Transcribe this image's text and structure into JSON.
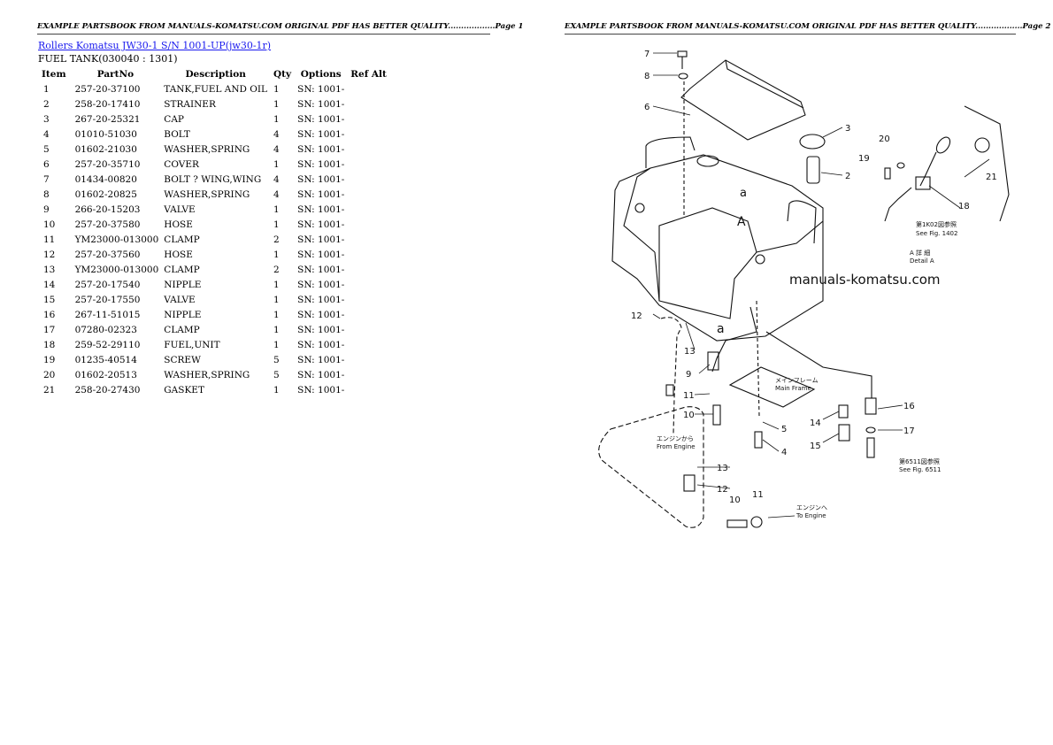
{
  "header": {
    "page1": "EXAMPLE PARTSBOOK FROM MANUALS-KOMATSU.COM ORIGINAL PDF HAS BETTER QUALITY..................Page 1",
    "page2": "EXAMPLE PARTSBOOK FROM MANUALS-KOMATSU.COM ORIGINAL PDF HAS BETTER QUALITY..................Page 2"
  },
  "title_link": "Rollers Komatsu JW30-1 S/N 1001-UP(jw30-1r)",
  "section": "FUEL TANK(030040 : 1301)",
  "table": {
    "columns": [
      "Item",
      "PartNo",
      "Description",
      "Qty",
      "Options",
      "Ref Alt"
    ],
    "rows": [
      [
        "1",
        "257-20-37100",
        "TANK,FUEL AND OIL",
        "1",
        "SN: 1001-",
        ""
      ],
      [
        "2",
        "258-20-17410",
        "STRAINER",
        "1",
        "SN: 1001-",
        ""
      ],
      [
        "3",
        "267-20-25321",
        "CAP",
        "1",
        "SN: 1001-",
        ""
      ],
      [
        "4",
        "01010-51030",
        "BOLT",
        "4",
        "SN: 1001-",
        ""
      ],
      [
        "5",
        "01602-21030",
        "WASHER,SPRING",
        "4",
        "SN: 1001-",
        ""
      ],
      [
        "6",
        "257-20-35710",
        "COVER",
        "1",
        "SN: 1001-",
        ""
      ],
      [
        "7",
        "01434-00820",
        "BOLT ? WING,WING",
        "4",
        "SN: 1001-",
        ""
      ],
      [
        "8",
        "01602-20825",
        "WASHER,SPRING",
        "4",
        "SN: 1001-",
        ""
      ],
      [
        "9",
        "266-20-15203",
        "VALVE",
        "1",
        "SN: 1001-",
        ""
      ],
      [
        "10",
        "257-20-37580",
        "HOSE",
        "1",
        "SN: 1001-",
        ""
      ],
      [
        "11",
        "YM23000-013000",
        "CLAMP",
        "2",
        "SN: 1001-",
        ""
      ],
      [
        "12",
        "257-20-37560",
        "HOSE",
        "1",
        "SN: 1001-",
        ""
      ],
      [
        "13",
        "YM23000-013000",
        "CLAMP",
        "2",
        "SN: 1001-",
        ""
      ],
      [
        "14",
        "257-20-17540",
        "NIPPLE",
        "1",
        "SN: 1001-",
        ""
      ],
      [
        "15",
        "257-20-17550",
        "VALVE",
        "1",
        "SN: 1001-",
        ""
      ],
      [
        "16",
        "267-11-51015",
        "NIPPLE",
        "1",
        "SN: 1001-",
        ""
      ],
      [
        "17",
        "07280-02323",
        "CLAMP",
        "1",
        "SN: 1001-",
        ""
      ],
      [
        "18",
        "259-52-29110",
        "FUEL,UNIT",
        "1",
        "SN: 1001-",
        ""
      ],
      [
        "19",
        "01235-40514",
        "SCREW",
        "5",
        "SN: 1001-",
        ""
      ],
      [
        "20",
        "01602-20513",
        "WASHER,SPRING",
        "5",
        "SN: 1001-",
        ""
      ],
      [
        "21",
        "258-20-27430",
        "GASKET",
        "1",
        "SN: 1001-",
        ""
      ]
    ]
  },
  "diagram": {
    "watermark": "manuals-komatsu.com",
    "callouts": [
      "7",
      "8",
      "6",
      "3",
      "2",
      "20",
      "19",
      "21",
      "18",
      "12",
      "13",
      "9",
      "11",
      "10",
      "5",
      "4",
      "14",
      "15",
      "16",
      "17",
      "13",
      "12",
      "11",
      "10",
      "A",
      "a",
      "a"
    ],
    "notes": {
      "see_fig_1402_jp": "第1K02図参照",
      "see_fig_1402": "See Fig. 1402",
      "detail_a_jp": "A 詳 細",
      "detail_a": "Detail A",
      "main_frame_jp": "メインフレーム",
      "main_frame": "Main Frame",
      "from_engine_jp": "エンジンから",
      "from_engine": "From Engine",
      "to_engine_jp": "エンジンへ",
      "to_engine": "To Engine",
      "see_fig_6511_jp": "第6511図参照",
      "see_fig_6511": "See Fig. 6511"
    }
  }
}
